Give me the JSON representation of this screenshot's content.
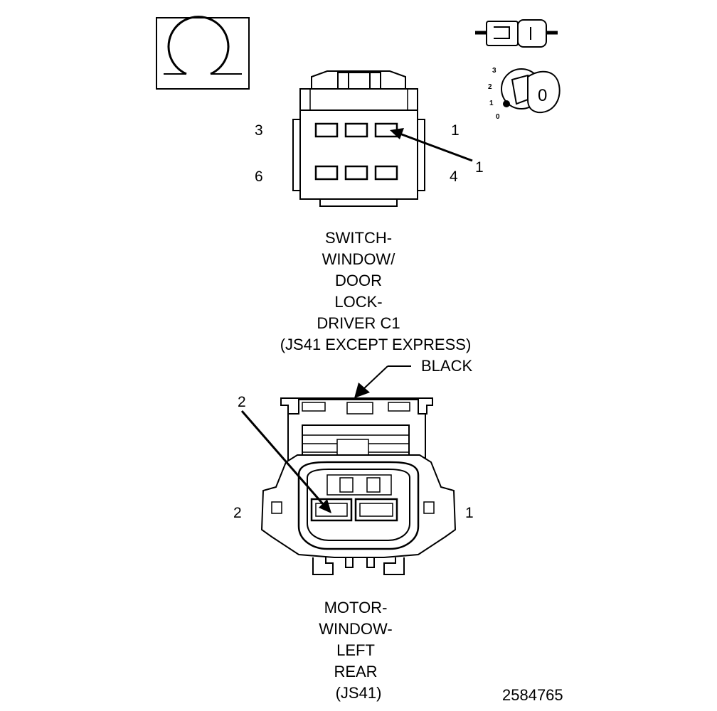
{
  "connector_c1": {
    "title_lines": [
      "SWITCH-",
      "WINDOW/",
      "DOOR",
      "LOCK-",
      "DRIVER C1",
      "(JS41 EXCEPT EXPRESS)"
    ],
    "pin_labels": {
      "top_left": "3",
      "top_right": "1",
      "bottom_left": "6",
      "bottom_right": "4"
    },
    "callout": "1"
  },
  "connector_motor": {
    "color_label": "BLACK",
    "title_lines": [
      "MOTOR-",
      "WINDOW-",
      "LEFT",
      "REAR",
      "(JS41)"
    ],
    "pin_labels": {
      "left": "2",
      "right": "1"
    },
    "callout": "2"
  },
  "icons": {
    "resistance_icon": "ohm-resistance-icon",
    "connector_icon": "inline-connector-icon",
    "key_icon": "ignition-key-icon",
    "key_positions": [
      "3",
      "2",
      "1",
      "0"
    ],
    "key_letter": "0"
  },
  "figure_id": "2584765"
}
